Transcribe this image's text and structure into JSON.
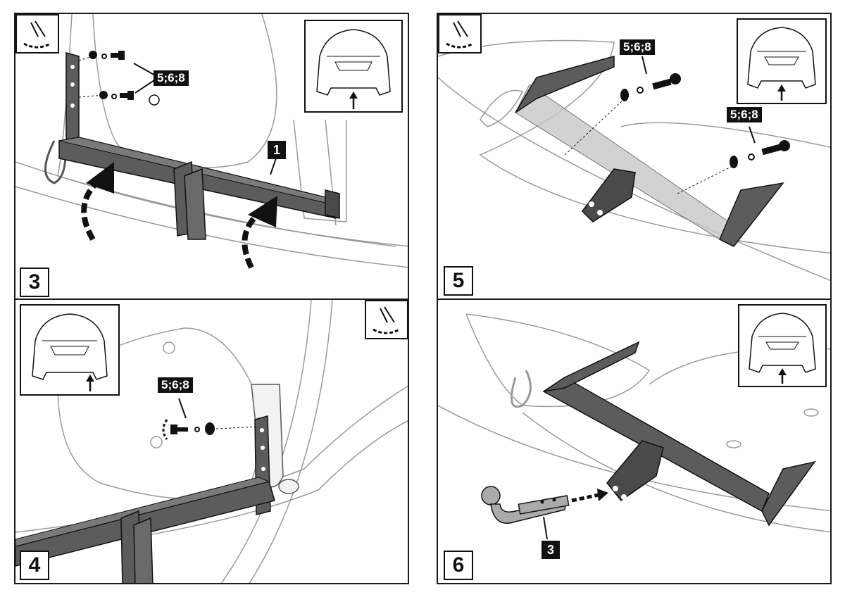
{
  "panels": [
    {
      "step": "3",
      "part_callouts": [
        "5;6;8"
      ],
      "item_callouts": [
        "1"
      ]
    },
    {
      "step": "5",
      "part_callouts": [
        "5;6;8",
        "5;6;8"
      ],
      "item_callouts": []
    },
    {
      "step": "4",
      "part_callouts": [
        "5;6;8"
      ],
      "item_callouts": []
    },
    {
      "step": "6",
      "part_callouts": [],
      "item_callouts": [
        "3"
      ]
    }
  ],
  "colors": {
    "beam": "#5c5c5c",
    "line": "#1a1a1a",
    "body_outline": "#9a9a9a"
  },
  "icons": [
    "wrench-tighten-icon",
    "rear-car-view-icon",
    "arrow-up-icon",
    "rotation-arrow-icon"
  ]
}
